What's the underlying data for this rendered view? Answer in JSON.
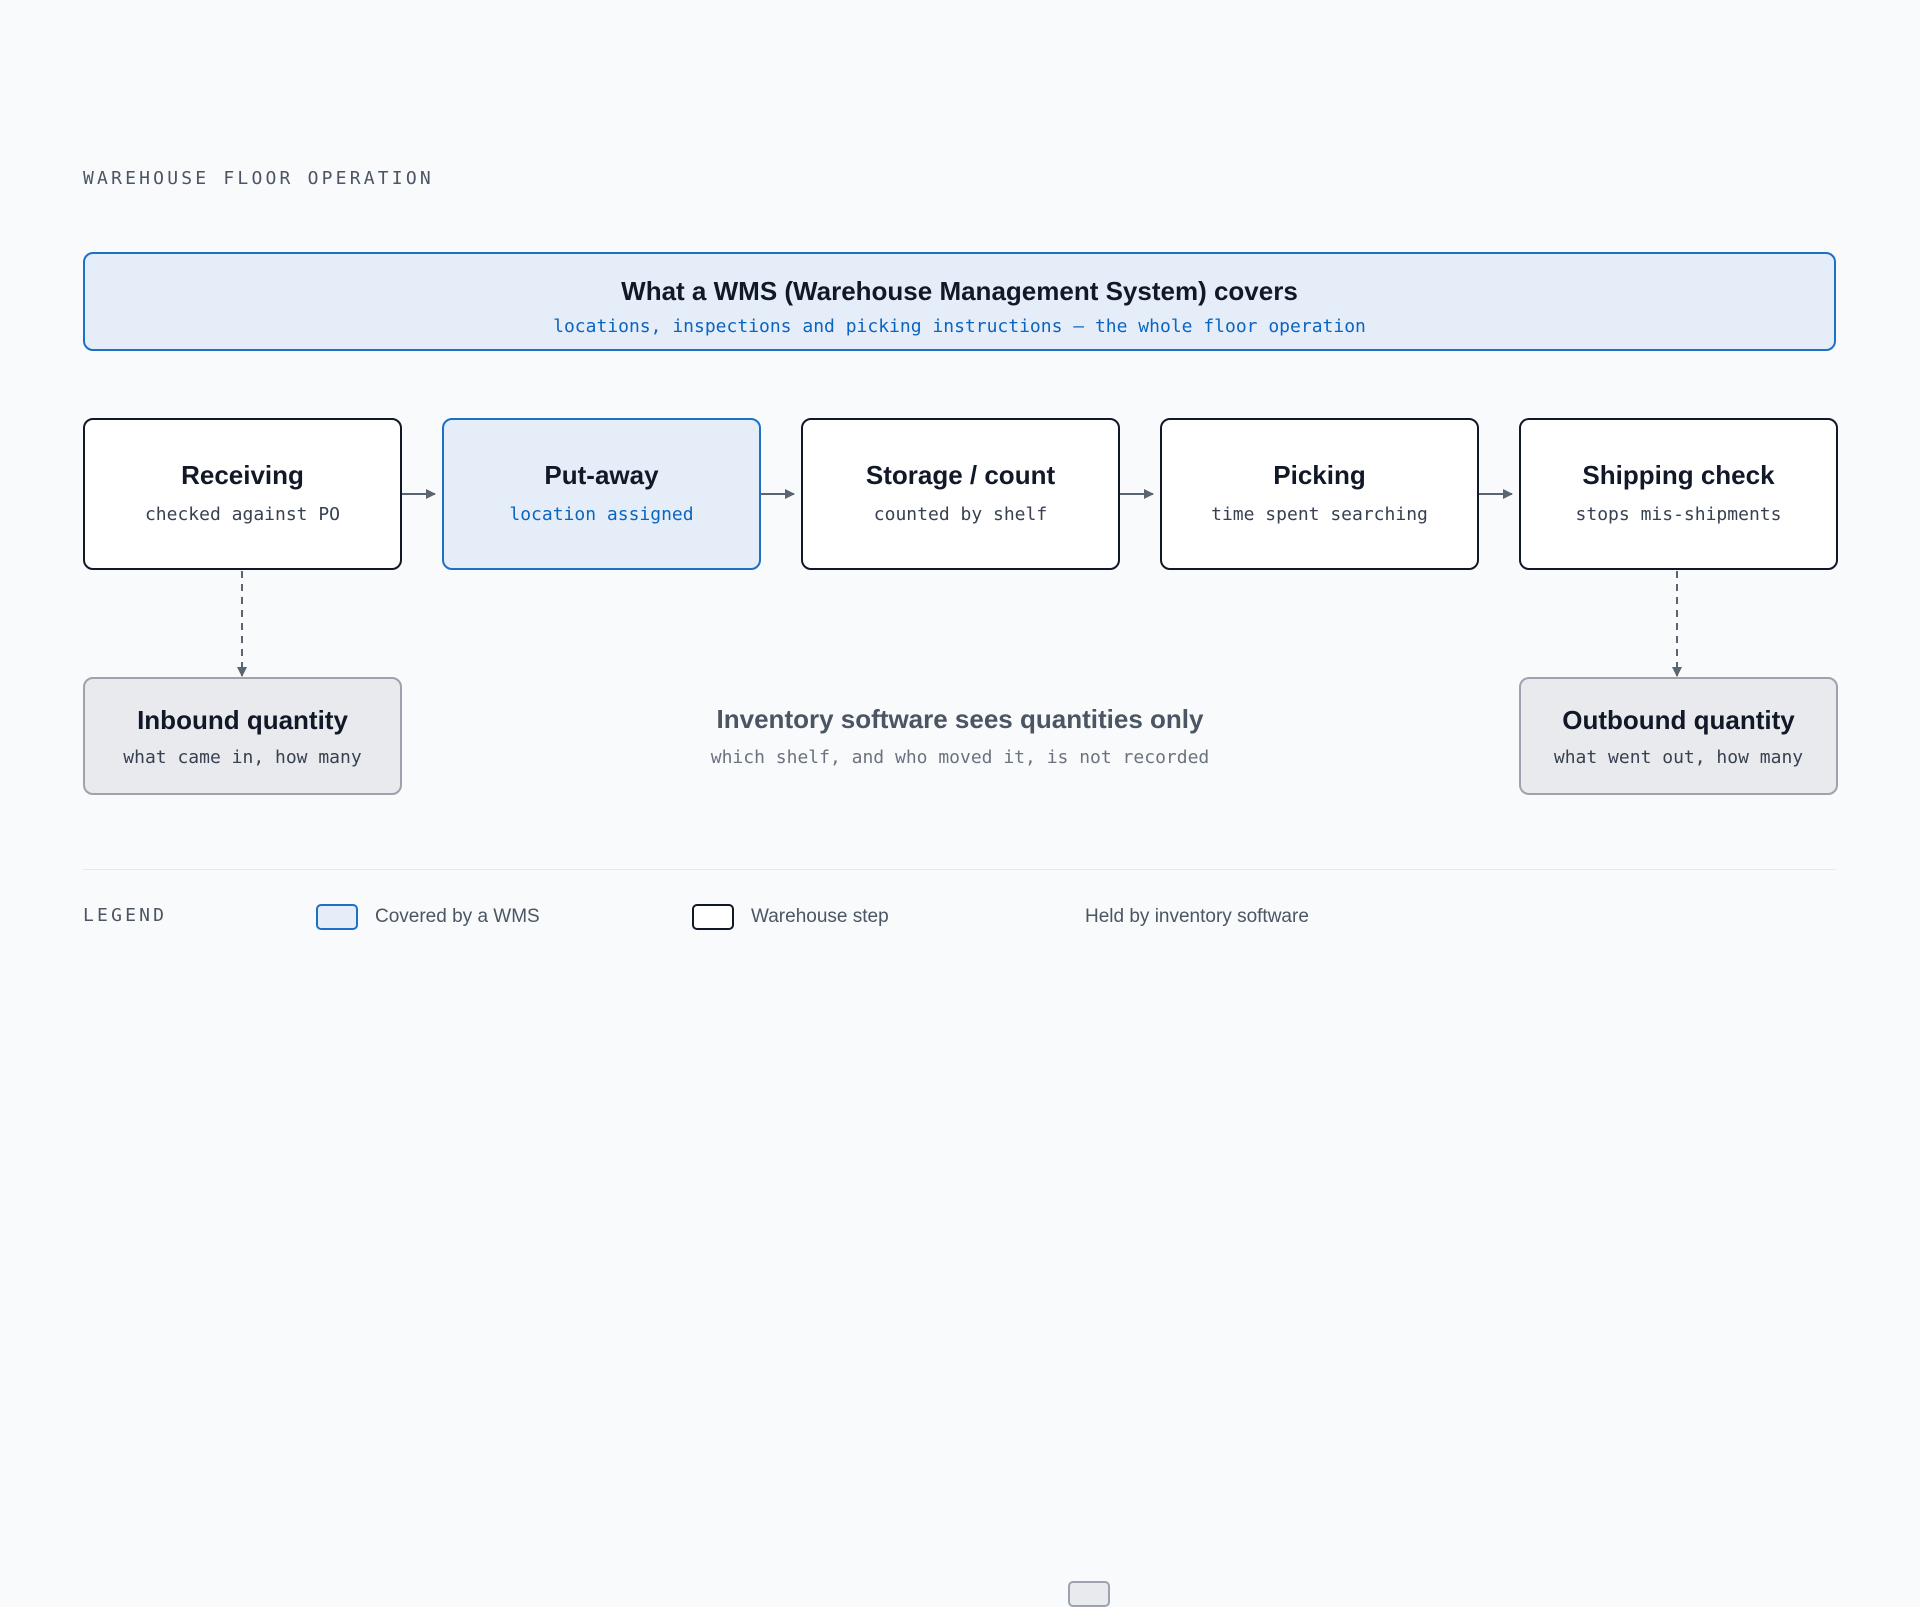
{
  "eyebrow": "WAREHOUSE FLOOR OPERATION",
  "banner": {
    "title": "What a WMS (Warehouse Management System) covers",
    "subtitle": "locations, inspections and picking instructions — the whole floor operation"
  },
  "steps": [
    {
      "title": "Receiving",
      "subtitle": "checked against PO"
    },
    {
      "title": "Put-away",
      "subtitle": "location assigned"
    },
    {
      "title": "Storage / count",
      "subtitle": "counted by shelf"
    },
    {
      "title": "Picking",
      "subtitle": "time spent searching"
    },
    {
      "title": "Shipping check",
      "subtitle": "stops mis-shipments"
    }
  ],
  "inventory": {
    "inbound": {
      "title": "Inbound quantity",
      "subtitle": "what came in, how many"
    },
    "outbound": {
      "title": "Outbound quantity",
      "subtitle": "what went out, how many"
    }
  },
  "center_note": {
    "title": "Inventory software sees quantities only",
    "subtitle": "which shelf, and who moved it, is not recorded"
  },
  "legend": {
    "label": "LEGEND",
    "items": [
      {
        "label": "Covered by a WMS"
      },
      {
        "label": "Warehouse step"
      },
      {
        "label": "Held by inventory software"
      }
    ]
  },
  "colors": {
    "wms_blue": "#1d70c6",
    "wms_fill": "#e5eef8",
    "step_border": "#111827",
    "inventory_fill": "#e8eaed",
    "inventory_border": "#9ca3af",
    "connector": "#5b6572"
  }
}
